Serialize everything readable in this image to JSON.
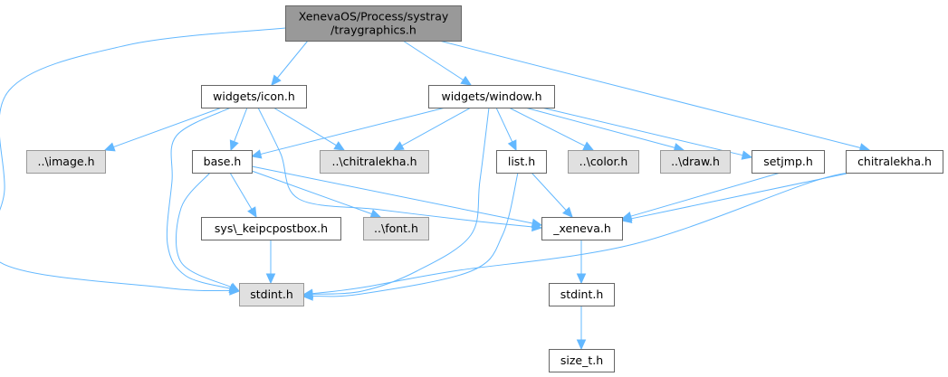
{
  "graph": {
    "title": "XenevaOS/Process/systray/traygraphics.h",
    "colors": {
      "edge": "#63b8ff",
      "root_fill": "#999999",
      "root_stroke": "#666666",
      "normal_fill": "#ffffff",
      "normal_stroke": "#666666",
      "external_fill": "#e0e0e0",
      "external_stroke": "#999999"
    },
    "nodes": [
      {
        "id": "root",
        "lines": [
          "XenevaOS/Process/systray",
          "/traygraphics.h"
        ],
        "kind": "root"
      },
      {
        "id": "icon",
        "lines": [
          "widgets/icon.h"
        ],
        "kind": "normal"
      },
      {
        "id": "window",
        "lines": [
          "widgets/window.h"
        ],
        "kind": "normal"
      },
      {
        "id": "image",
        "lines": [
          "..\\image.h"
        ],
        "kind": "external"
      },
      {
        "id": "base",
        "lines": [
          "base.h"
        ],
        "kind": "normal"
      },
      {
        "id": "chitra_ext",
        "lines": [
          "..\\chitralekha.h"
        ],
        "kind": "external"
      },
      {
        "id": "list",
        "lines": [
          "list.h"
        ],
        "kind": "normal"
      },
      {
        "id": "color",
        "lines": [
          "..\\color.h"
        ],
        "kind": "external"
      },
      {
        "id": "draw",
        "lines": [
          "..\\draw.h"
        ],
        "kind": "external"
      },
      {
        "id": "setjmp",
        "lines": [
          "setjmp.h"
        ],
        "kind": "normal"
      },
      {
        "id": "chitra",
        "lines": [
          "chitralekha.h"
        ],
        "kind": "normal"
      },
      {
        "id": "keipc",
        "lines": [
          "sys\\_keipcpostbox.h"
        ],
        "kind": "normal"
      },
      {
        "id": "font",
        "lines": [
          "..\\font.h"
        ],
        "kind": "external"
      },
      {
        "id": "xeneva",
        "lines": [
          "_xeneva.h"
        ],
        "kind": "normal"
      },
      {
        "id": "stdint_ext",
        "lines": [
          "stdint.h"
        ],
        "kind": "external"
      },
      {
        "id": "stdint",
        "lines": [
          "stdint.h"
        ],
        "kind": "normal"
      },
      {
        "id": "sizet",
        "lines": [
          "size_t.h"
        ],
        "kind": "normal"
      }
    ],
    "edges": [
      {
        "from": "root",
        "to": "icon"
      },
      {
        "from": "root",
        "to": "window"
      },
      {
        "from": "root",
        "to": "chitra"
      },
      {
        "from": "root",
        "to": "stdint_ext"
      },
      {
        "from": "icon",
        "to": "image"
      },
      {
        "from": "icon",
        "to": "base"
      },
      {
        "from": "icon",
        "to": "chitra_ext"
      },
      {
        "from": "icon",
        "to": "xeneva"
      },
      {
        "from": "icon",
        "to": "stdint_ext"
      },
      {
        "from": "window",
        "to": "base"
      },
      {
        "from": "window",
        "to": "chitra_ext"
      },
      {
        "from": "window",
        "to": "list"
      },
      {
        "from": "window",
        "to": "color"
      },
      {
        "from": "window",
        "to": "draw"
      },
      {
        "from": "window",
        "to": "setjmp"
      },
      {
        "from": "window",
        "to": "stdint_ext"
      },
      {
        "from": "base",
        "to": "keipc"
      },
      {
        "from": "base",
        "to": "font"
      },
      {
        "from": "base",
        "to": "xeneva"
      },
      {
        "from": "base",
        "to": "stdint_ext"
      },
      {
        "from": "list",
        "to": "xeneva"
      },
      {
        "from": "list",
        "to": "stdint_ext"
      },
      {
        "from": "setjmp",
        "to": "xeneva"
      },
      {
        "from": "chitra",
        "to": "xeneva"
      },
      {
        "from": "chitra",
        "to": "stdint_ext"
      },
      {
        "from": "keipc",
        "to": "stdint_ext"
      },
      {
        "from": "xeneva",
        "to": "stdint"
      },
      {
        "from": "stdint",
        "to": "sizet"
      }
    ]
  }
}
